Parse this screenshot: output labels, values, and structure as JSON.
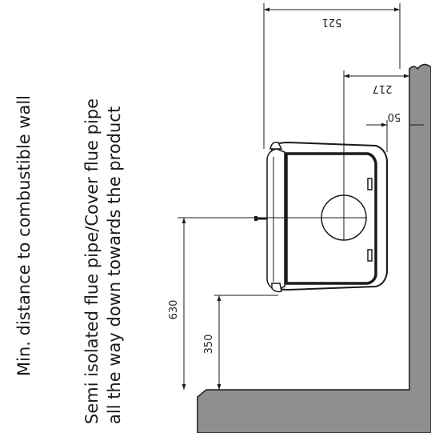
{
  "labels": {
    "combustible_wall": "Min. distance to combustible wall",
    "flue_line1": "Semi isolated flue pipe/Cover flue pipe",
    "flue_line2": "all the way down towards the product"
  },
  "dimensions": {
    "width_total": "521",
    "flue_center": "217",
    "wall_gap": "50",
    "flue_height": "630",
    "air_inlet_height": "350"
  },
  "colors": {
    "wall_fill": "#8f8f8f",
    "line": "#1a1a1a",
    "stove_fill": "#ffffff"
  }
}
